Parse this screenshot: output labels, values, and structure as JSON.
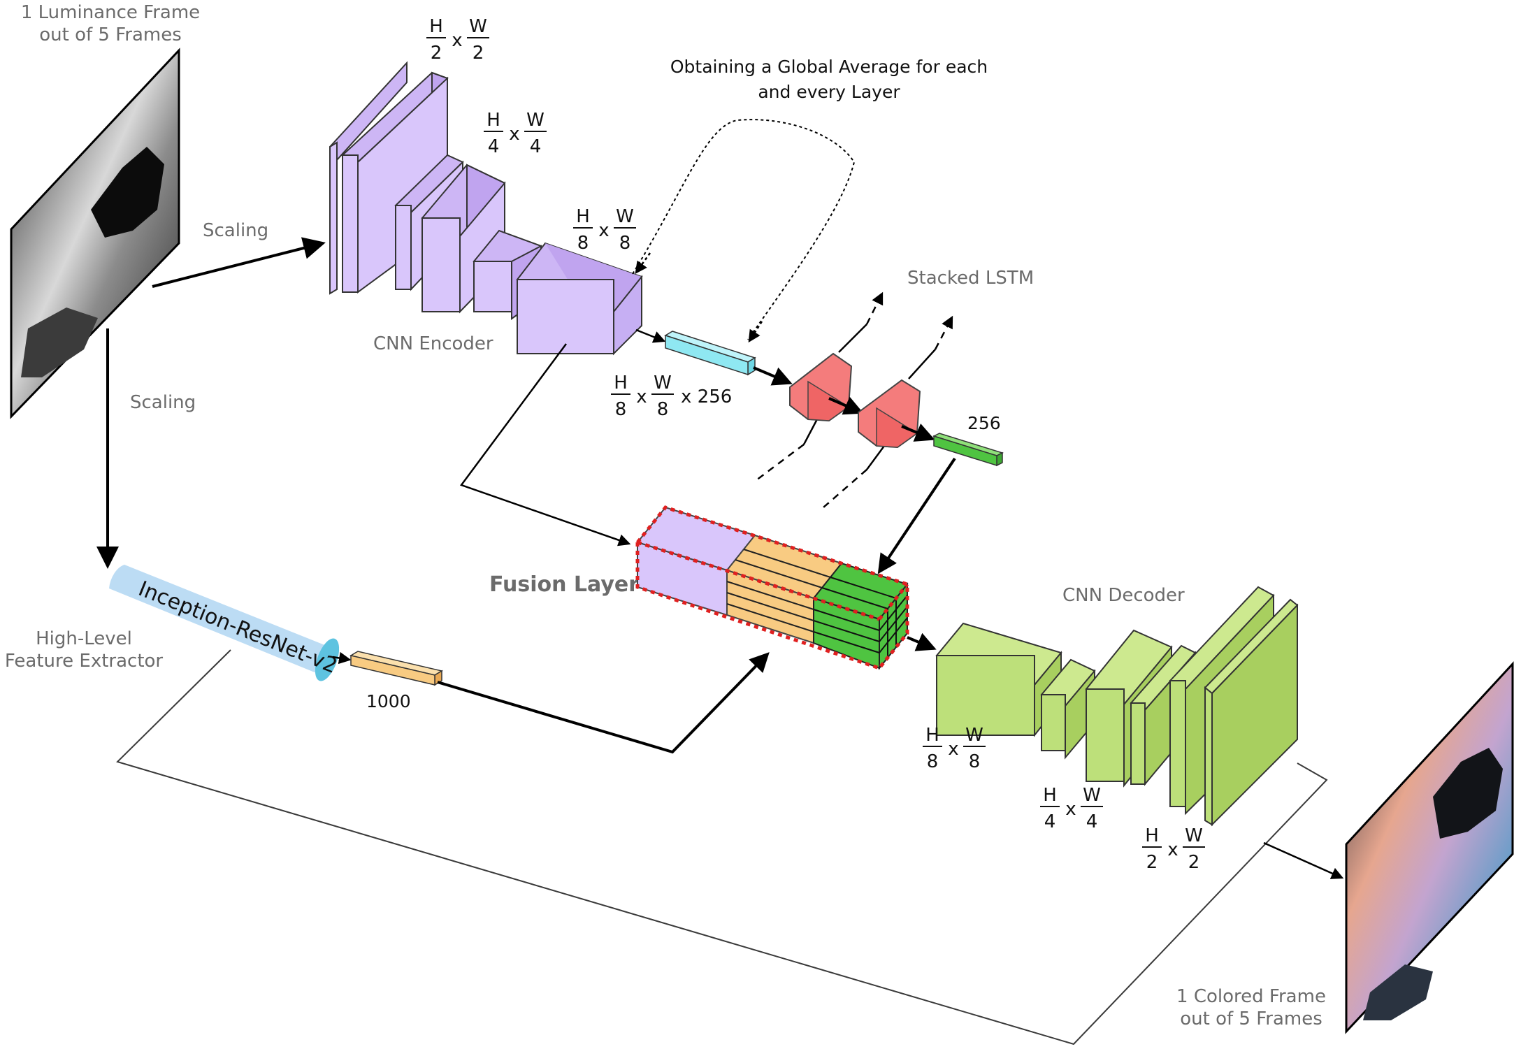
{
  "labels": {
    "input_frame": [
      "1 Luminance Frame",
      "out of 5 Frames"
    ],
    "output_frame": [
      "1 Colored Frame",
      "out of 5 Frames"
    ],
    "scaling_top": "Scaling",
    "scaling_left": "Scaling",
    "cnn_encoder": "CNN Encoder",
    "cnn_decoder": "CNN Decoder",
    "global_average": [
      "Obtaining a Global Average for each",
      "and every Layer"
    ],
    "stacked_lstm": "Stacked LSTM",
    "fusion_layer": "Fusion Layer",
    "inception": "Inception-ResNet-v2",
    "high_level": [
      "High-Level",
      "Feature Extractor"
    ],
    "size_1000": "1000",
    "size_256": "256",
    "suffix_256": "x 256",
    "times": "x",
    "H": "H",
    "W": "W",
    "d2": "2",
    "d4": "4",
    "d8": "8"
  },
  "colors": {
    "encoder": "#d9c6fb",
    "decoder": "#bde07a",
    "lstm": "#f47c7c",
    "fusion_purple": "#d9c6fb",
    "fusion_orange": "#f8cb82",
    "fusion_green": "#4fc441",
    "vector_cyan": "#8fe8f2",
    "vector_orange": "#f8cb82",
    "vector_green": "#4fc441",
    "inception": "#bcdcf4",
    "inception_cap": "#5ec3e0"
  }
}
